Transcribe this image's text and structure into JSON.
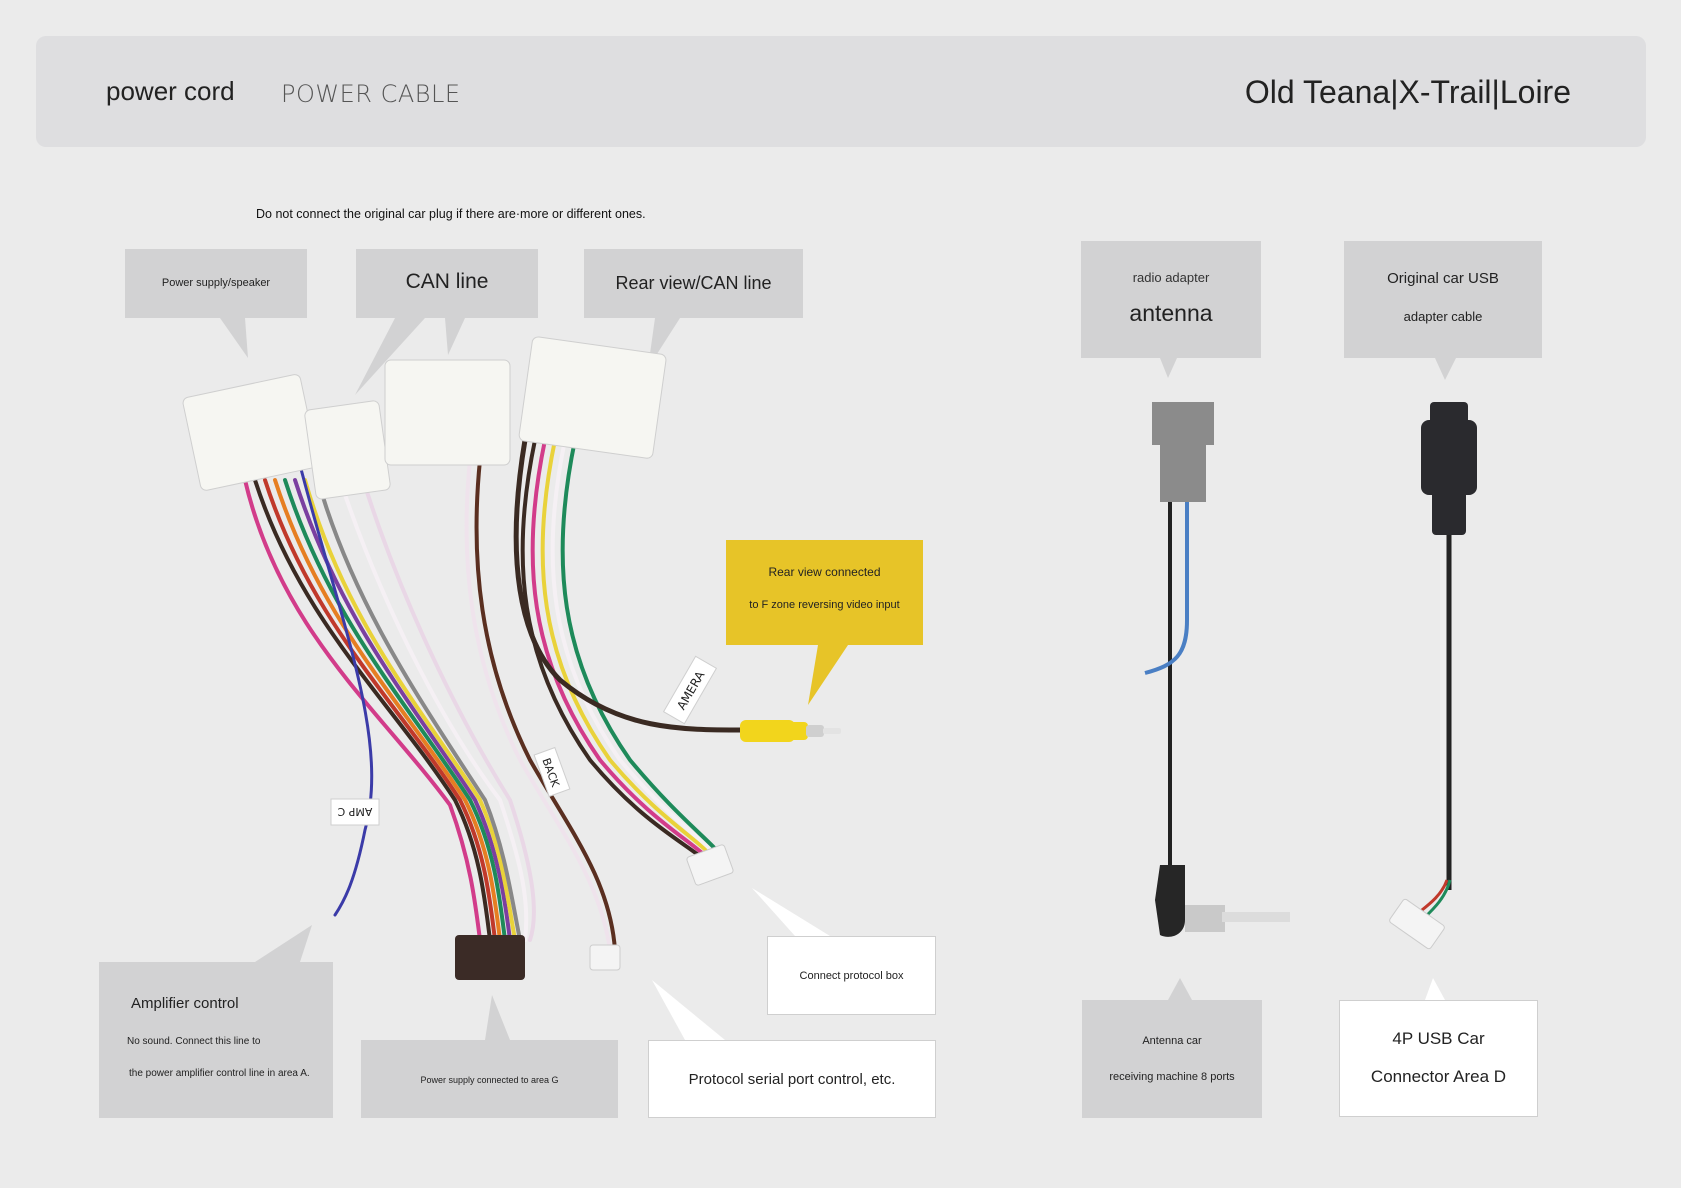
{
  "header": {
    "title": "power cord",
    "subtitle": "POWER CABLE",
    "model": "Old Teana|X-Trail|Loire"
  },
  "note": "Do not connect the original car plug if there are·more or different ones.",
  "callouts": {
    "power_supply_speaker": "Power supply/speaker",
    "can_line": "CAN line",
    "rear_view_can_line": "Rear view/CAN line",
    "radio_adapter_small": "radio adapter",
    "radio_adapter_big": "antenna",
    "usb_line1": "Original car USB",
    "usb_line2": "adapter cable",
    "rear_view_line1": "Rear view connected",
    "rear_view_line2": "to F zone reversing video input",
    "amplifier_title": "Amplifier control",
    "amplifier_line1": "No sound. Connect this line to",
    "amplifier_line2": "the power amplifier control line in area A.",
    "power_area_g": "Power supply connected to area G",
    "protocol_serial": "Protocol serial port control, etc.",
    "protocol_box": "Connect protocol box",
    "antenna_car_line1": "Antenna car",
    "antenna_car_line2": "receiving machine 8 ports",
    "usb_area_line1": "4P USB Car",
    "usb_area_line2": "Connector Area D"
  },
  "labels": {
    "camera_tag": "AMERA",
    "back_tag": "BACK",
    "amp_tag": "AMP C"
  },
  "colors": {
    "callout_gray": "#d2d2d3",
    "callout_yellow": "#e7c428",
    "rca_yellow": "#f2d51c",
    "antenna_blue": "#4a7fc4"
  }
}
